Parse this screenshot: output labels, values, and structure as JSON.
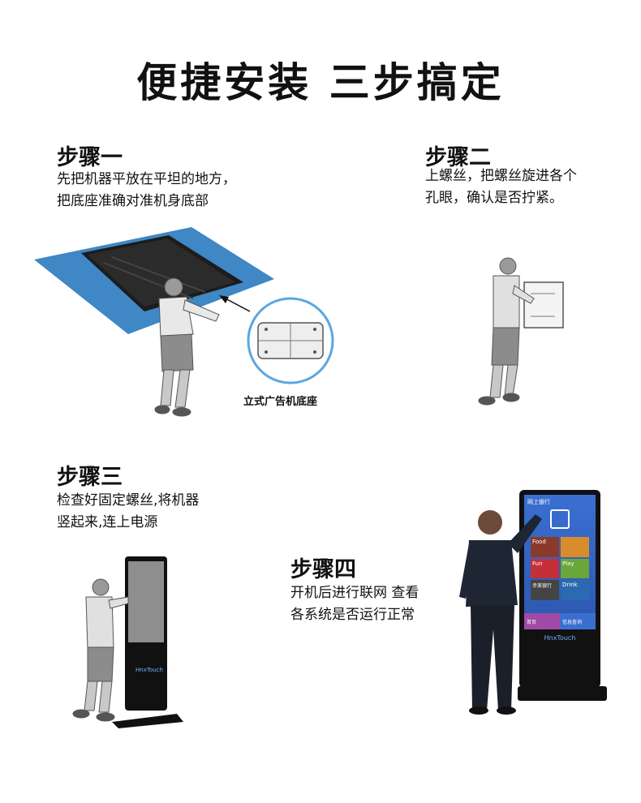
{
  "title": "便捷安装 三步搞定",
  "steps": [
    {
      "title": "步骤一",
      "lines": [
        "先把机器平放在平坦的地方，",
        "把底座准确对准机身底部"
      ]
    },
    {
      "title": "步骤二",
      "lines": [
        "上螺丝，把螺丝旋进各个",
        "孔眼，确认是否拧紧。"
      ]
    },
    {
      "title": "步骤三",
      "lines": [
        "检查好固定螺丝,将机器",
        "竖起来,连上电源"
      ]
    },
    {
      "title": "步骤四",
      "lines": [
        "开机后进行联网 查看",
        "各系统是否运行正常"
      ]
    }
  ],
  "base_caption": "立式广告机底座",
  "brand_logo": "HnxTouch",
  "kiosk_screen": {
    "header": "网上银行",
    "tiles": [
      "Food",
      "Fun",
      "Play",
      "Drink"
    ],
    "center_tile": "幸美银行",
    "footer_left": "首页",
    "footer_right": "信息查询"
  },
  "colors": {
    "mat_blue": "#3f87c5",
    "kiosk_blue": "#3a6fd1",
    "circle_border": "#5aa7e0"
  }
}
